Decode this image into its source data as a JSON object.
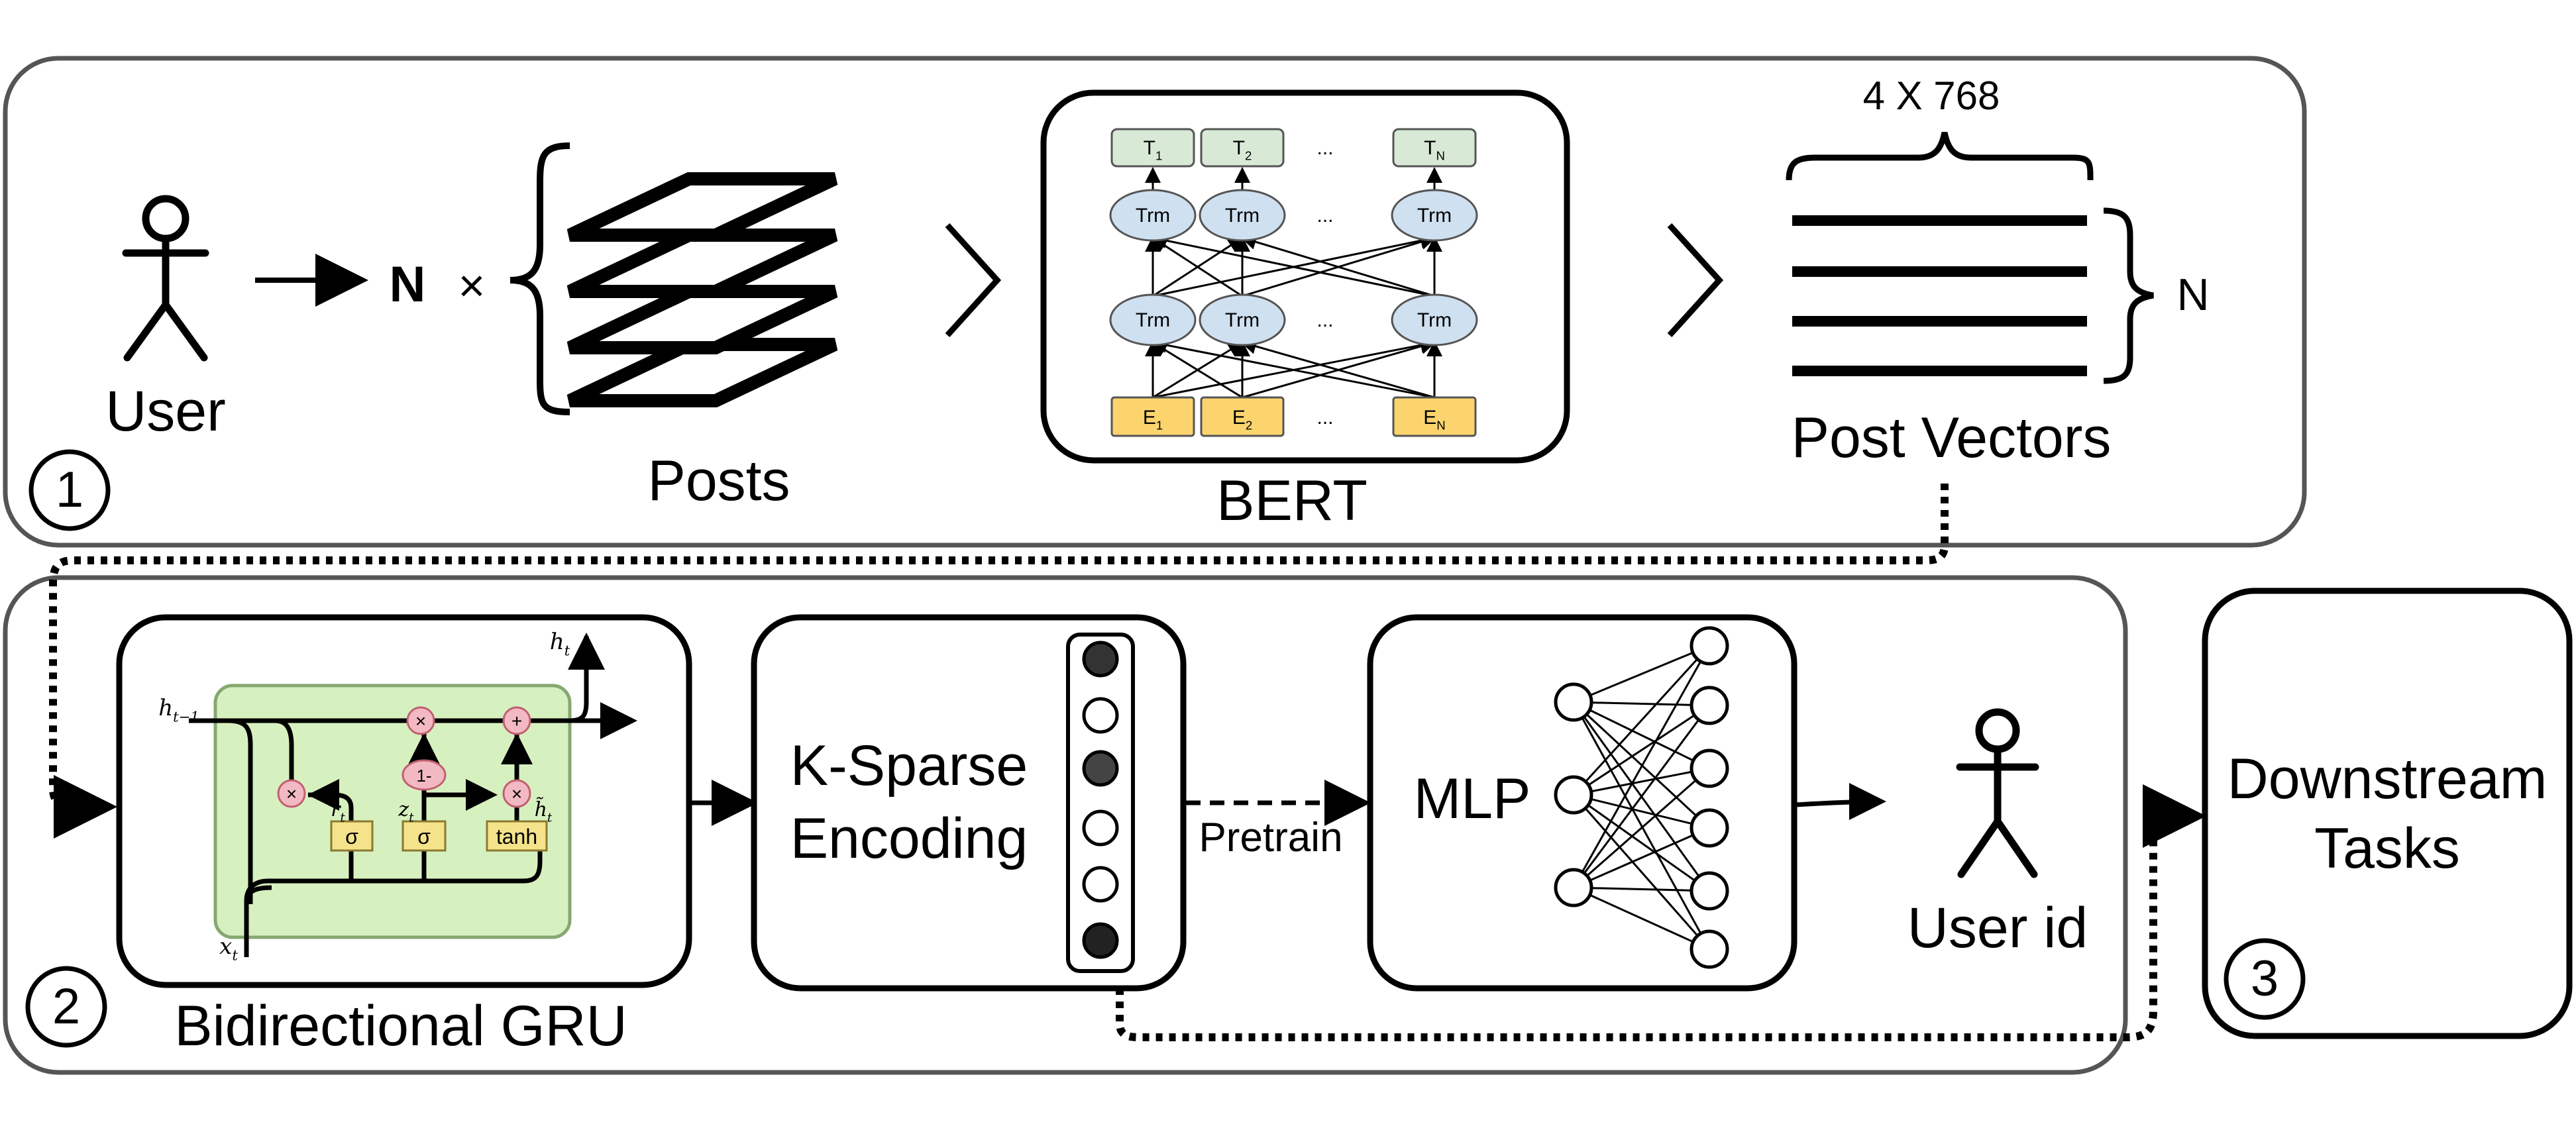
{
  "stage1": {
    "number": "1",
    "user_label": "User",
    "n_prefix": "N",
    "times": "×",
    "posts_label": "Posts",
    "bert_label": "BERT",
    "vector_dims": "4 X 768",
    "vector_count": "N",
    "post_vectors_label": "Post Vectors",
    "bert": {
      "top_tokens": [
        "T",
        "T",
        "T"
      ],
      "top_subs": [
        "1",
        "2",
        "N"
      ],
      "bottom_tokens": [
        "E",
        "E",
        "E"
      ],
      "bottom_subs": [
        "1",
        "2",
        "N"
      ],
      "trm_label": "Trm",
      "ellipsis": "..."
    }
  },
  "stage2": {
    "number": "2",
    "gru_label": "Bidirectional GRU",
    "gru": {
      "h_prev": "h",
      "h_prev_sub": "t−1",
      "h_out": "h",
      "h_out_sub": "t",
      "x_in": "x",
      "x_in_sub": "t",
      "r": "r",
      "r_sub": "t",
      "z": "z",
      "z_sub": "t",
      "h_tilde": "h̃",
      "h_tilde_sub": "t",
      "sigma": "σ",
      "tanh": "tanh",
      "mult": "×",
      "plus": "+",
      "one_minus": "1-"
    },
    "encoding_line1": "K-Sparse",
    "encoding_line2": "Encoding",
    "pretrain_label": "Pretrain",
    "mlp_label": "MLP",
    "user_id_label": "User id"
  },
  "stage3": {
    "number": "3",
    "line1": "Downstream",
    "line2": "Tasks"
  },
  "colors": {
    "panel_border": "#555555",
    "gru_cell_fill": "#d7f0c0",
    "gru_cell_border": "#86a870",
    "gate_fill": "#f4e38a",
    "op_fill": "#f3b9c2",
    "trm_fill": "#cfe0f0",
    "t_fill": "#d8ead6",
    "e_fill": "#fbd46e",
    "sparse_dark": "#444444"
  }
}
